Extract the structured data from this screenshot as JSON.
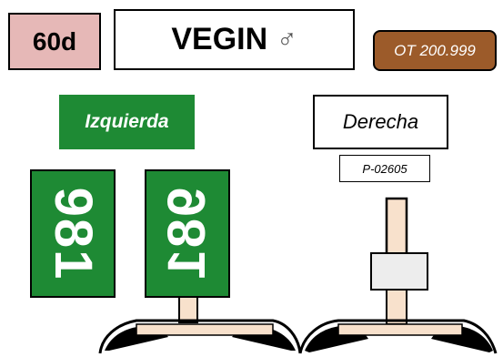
{
  "age": "60d",
  "animal": {
    "name": "VEGIN",
    "sex_symbol": "♂"
  },
  "ot_number": "OT 200.999",
  "left_ear": {
    "label": "Izquierda",
    "tag_number": "981"
  },
  "right_ear": {
    "label": "Derecha",
    "code": "P-02605"
  },
  "colors": {
    "tag_green": "#1e8a34",
    "age_pink": "#e6b8b7",
    "ot_brown": "#9c5b2a"
  }
}
